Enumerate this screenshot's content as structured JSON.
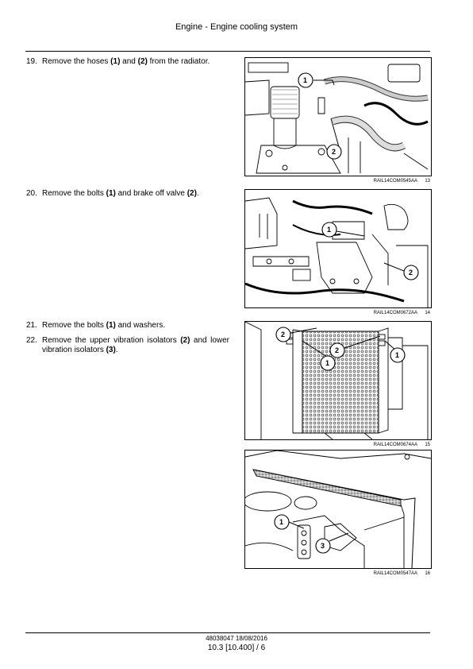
{
  "header": {
    "title": "Engine - Engine cooling system"
  },
  "steps": [
    {
      "number": "19.",
      "parts": [
        "Remove the hoses ",
        "(1)",
        " and ",
        "(2)",
        " from the radiator."
      ]
    },
    {
      "number": "20.",
      "parts": [
        "Remove the bolts ",
        "(1)",
        " and brake off valve ",
        "(2)",
        "."
      ]
    },
    {
      "number": "21.",
      "parts": [
        "Remove the bolts ",
        "(1)",
        " and washers."
      ]
    },
    {
      "number": "22.",
      "parts": [
        "Remove the upper vibration isolators ",
        "(2)",
        " and lower vibration isolators ",
        "(3)",
        "."
      ]
    }
  ],
  "figures": [
    {
      "code": "RAIL14COM0545AA",
      "number": "13",
      "callouts": [
        "1",
        "2"
      ]
    },
    {
      "code": "RAIL14COM0672AA",
      "number": "14",
      "callouts": [
        "1",
        "2"
      ]
    },
    {
      "code": "RAIL14COM0674AA",
      "number": "15",
      "callouts": [
        "2",
        "2",
        "1",
        "1"
      ]
    },
    {
      "code": "RAIL14COM0547AA",
      "number": "16",
      "callouts": [
        "1",
        "3"
      ]
    }
  ],
  "footer": {
    "doc": "48038047 18/08/2016",
    "page": "10.3 [10.400] / 6"
  }
}
